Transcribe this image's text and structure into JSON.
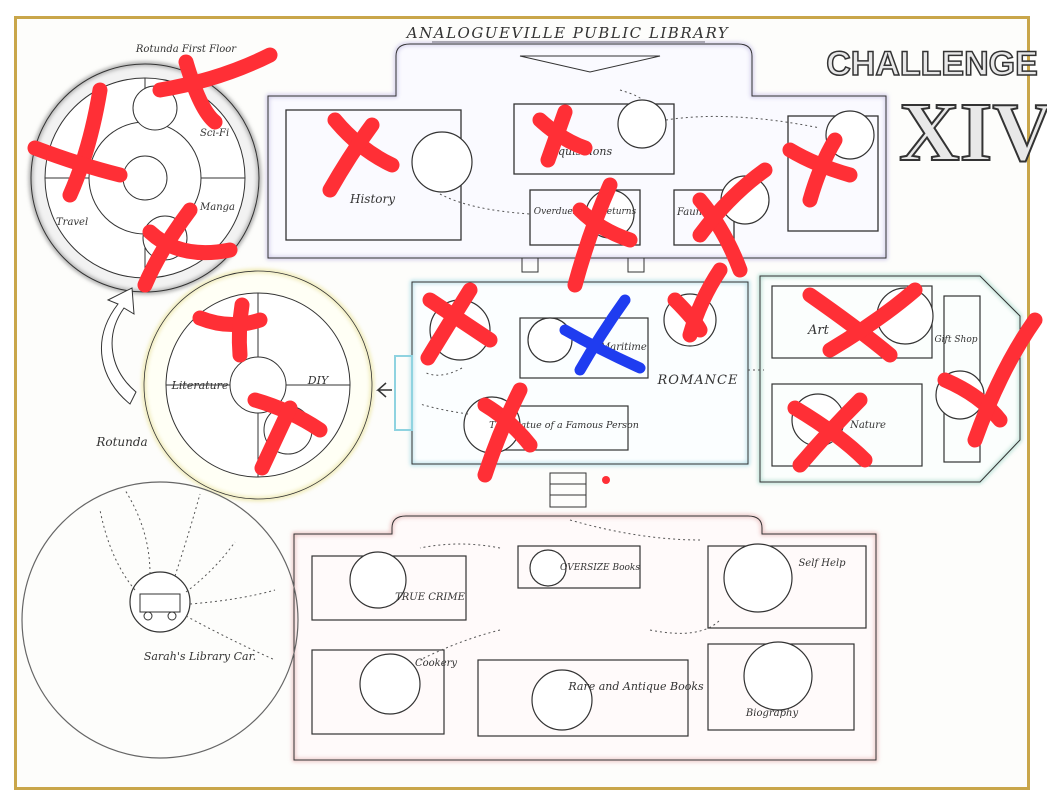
{
  "title": "ANALOGUEVILLE PUBLIC LIBRARY",
  "challenge": {
    "word": "CHALLENGE",
    "number": "XIV"
  },
  "rotunda_first_floor": {
    "label": "Rotunda First Floor",
    "sections": [
      "Sci-Fi",
      "Manga",
      "Travel"
    ]
  },
  "rotunda_ground": {
    "label": "Rotunda",
    "sections": [
      "Literature",
      "DIY"
    ]
  },
  "library_car": {
    "label": "Sarah's Library Car."
  },
  "top_wing": {
    "rooms": [
      "History",
      "Acquisitions",
      "Overdues and Returns",
      "Fauna"
    ]
  },
  "center_hall": {
    "rooms": [
      "Maritime",
      "The Statue of a Famous Person",
      "ROMANCE"
    ]
  },
  "right_wing": {
    "rooms": [
      "Art",
      "Gift Shop",
      "Nature"
    ]
  },
  "bottom_wing": {
    "rooms": [
      "TRUE CRIME",
      "OVERSIZE Books",
      "Self Help",
      "Cookery",
      "Rare and Antique Books",
      "Biography"
    ]
  },
  "colors": {
    "frame": "#c9a64a",
    "top_wing": "#b9b1e0",
    "center_hall": "#8fd3e0",
    "right_wing": "#8ccfbf",
    "bottom_wing": "#e3a3a3",
    "rotunda_ground": "#e8e08a",
    "red_mark": "#ff2f36",
    "blue_mark": "#1f3cf0"
  }
}
